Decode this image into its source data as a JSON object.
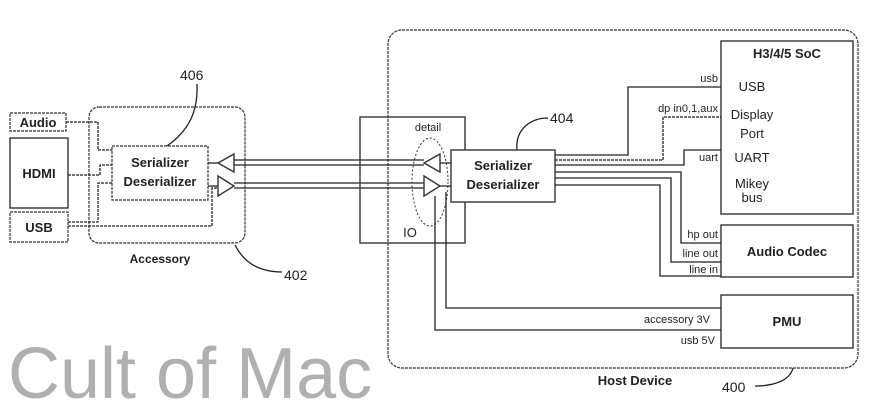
{
  "accessory": {
    "inputs": [
      "Audio",
      "HDMI",
      "USB"
    ],
    "serdes": [
      "Serializer",
      "Deserializer"
    ],
    "label": "Accessory",
    "ref_box": "402",
    "ref_serdes": "406"
  },
  "host": {
    "label": "Host Device",
    "ref_box": "400",
    "ref_serdes": "404",
    "io_label": "IO",
    "detail_label": "detail",
    "serdes": [
      "Serializer",
      "Deserializer"
    ],
    "soc": {
      "title": "H3/4/5 SoC",
      "ports": [
        "USB",
        "Display",
        "Port",
        "UART",
        "Mikey",
        "bus"
      ]
    },
    "audio_codec": "Audio Codec",
    "pmu": "PMU",
    "signals": {
      "usb": "usb",
      "dp": "dp in0,1,aux",
      "uart": "uart",
      "hp_out": "hp out",
      "line_out": "line out",
      "line_in": "line in",
      "acc_3v": "accessory 3V",
      "usb_5v": "usb 5V"
    }
  },
  "watermark": "Cult of Mac"
}
